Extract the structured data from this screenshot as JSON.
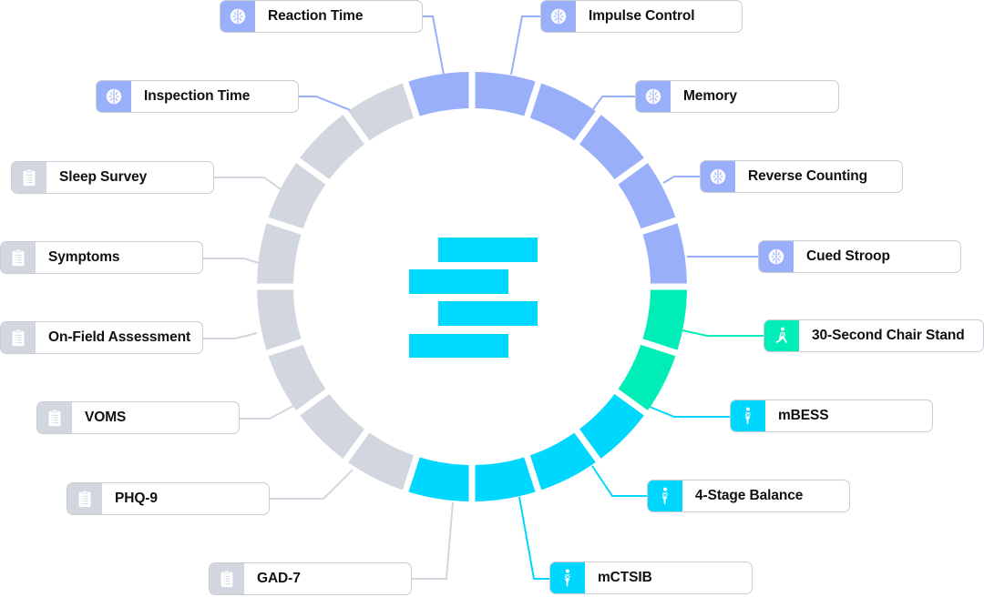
{
  "colors": {
    "cognitive": "#9aaff9",
    "survey": "#d2d6de",
    "balance": "#00d7ff",
    "strength": "#00edb8",
    "logo": "#00d9ff",
    "card_border": "#c9ccd2"
  },
  "center_logo": {
    "name": "stacked-bars-logo",
    "bars": 4
  },
  "ring": {
    "segments": 20,
    "segment_categories": [
      "strength",
      "cognitive",
      "cognitive",
      "cognitive",
      "cognitive",
      "cognitive",
      "cognitive",
      "survey",
      "survey",
      "survey",
      "survey",
      "survey",
      "survey",
      "survey",
      "survey",
      "balance",
      "balance",
      "balance",
      "balance",
      "strength"
    ]
  },
  "assessments": [
    {
      "label": "Reaction Time",
      "category": "cognitive",
      "icon": "brain-icon"
    },
    {
      "label": "Impulse Control",
      "category": "cognitive",
      "icon": "brain-icon"
    },
    {
      "label": "Inspection Time",
      "category": "cognitive",
      "icon": "brain-icon"
    },
    {
      "label": "Memory",
      "category": "cognitive",
      "icon": "brain-icon"
    },
    {
      "label": "Sleep Survey",
      "category": "survey",
      "icon": "clipboard-icon"
    },
    {
      "label": "Reverse Counting",
      "category": "cognitive",
      "icon": "brain-icon"
    },
    {
      "label": "Symptoms",
      "category": "survey",
      "icon": "clipboard-icon"
    },
    {
      "label": "Cued Stroop",
      "category": "cognitive",
      "icon": "brain-icon"
    },
    {
      "label": "On-Field Assessment",
      "category": "survey",
      "icon": "clipboard-icon"
    },
    {
      "label": "30-Second Chair Stand",
      "category": "strength",
      "icon": "squat-figure-icon"
    },
    {
      "label": "VOMS",
      "category": "survey",
      "icon": "clipboard-icon"
    },
    {
      "label": "mBESS",
      "category": "balance",
      "icon": "standing-figure-icon"
    },
    {
      "label": "PHQ-9",
      "category": "survey",
      "icon": "clipboard-icon"
    },
    {
      "label": "4-Stage Balance",
      "category": "balance",
      "icon": "standing-figure-icon"
    },
    {
      "label": "GAD-7",
      "category": "survey",
      "icon": "clipboard-icon"
    },
    {
      "label": "mCTSIB",
      "category": "balance",
      "icon": "standing-figure-icon"
    }
  ]
}
